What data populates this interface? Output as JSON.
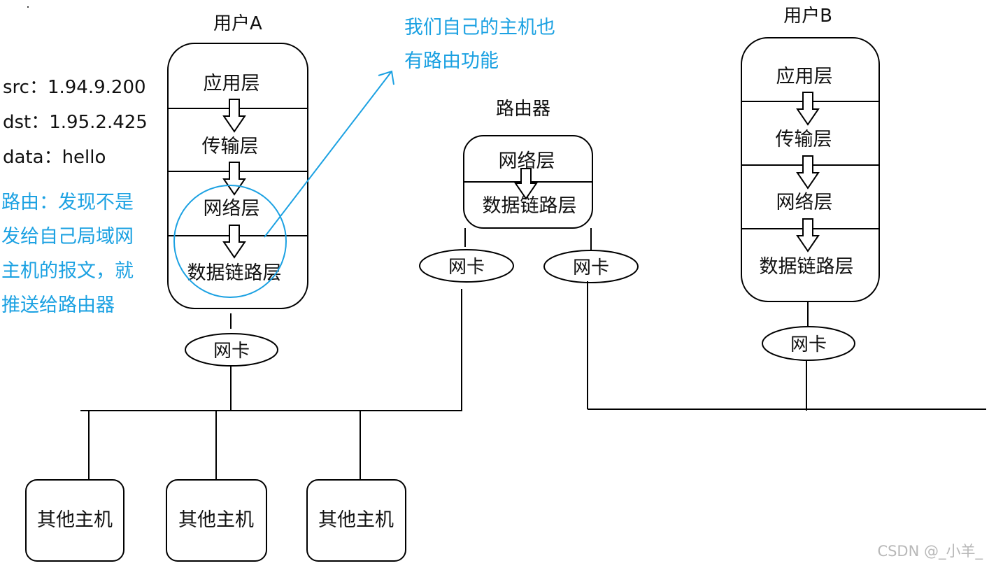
{
  "colors": {
    "stroke": "#000000",
    "annotation": "#1ba1e2",
    "watermark": "#b8b8b8"
  },
  "packet": {
    "src": "src：1.94.9.200",
    "dst": "dst：1.95.2.425",
    "data": "data：hello"
  },
  "user_a": {
    "title": "用户A",
    "layers": [
      "应用层",
      "传输层",
      "网络层",
      "数据链路层"
    ],
    "nic": "网卡"
  },
  "router": {
    "title": "路由器",
    "layers": [
      "网络层",
      "数据链路层"
    ],
    "nic_left": "网卡",
    "nic_right": "网卡"
  },
  "user_b": {
    "title": "用户B",
    "layers": [
      "应用层",
      "传输层",
      "网络层",
      "数据链路层"
    ],
    "nic": "网卡"
  },
  "hosts": [
    "其他主机",
    "其他主机",
    "其他主机"
  ],
  "notes": {
    "routing": [
      "路由：发现不是",
      "发给自己局域网",
      "主机的报文，就",
      "推送给路由器"
    ],
    "self_routing": [
      "我们自己的主机也",
      "有路由功能"
    ]
  },
  "watermark": "CSDN @_小羊_"
}
